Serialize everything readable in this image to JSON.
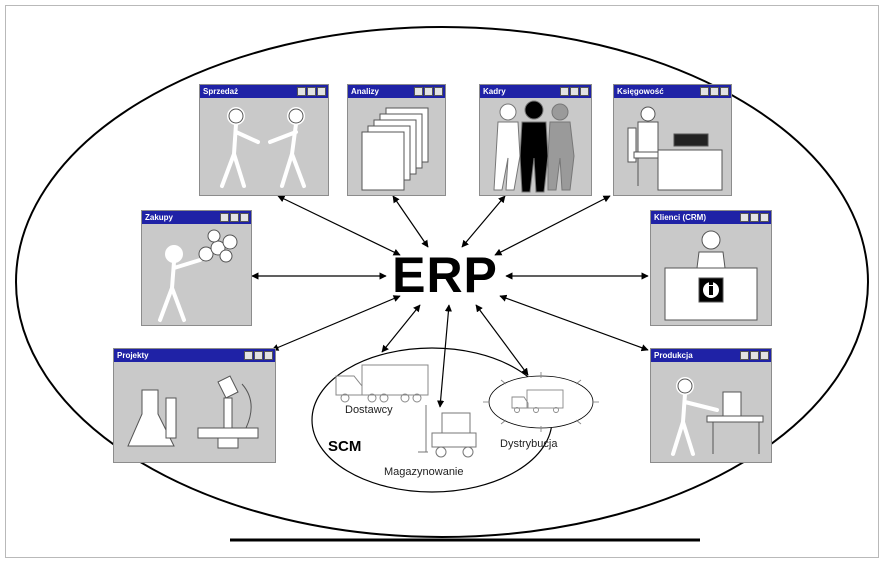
{
  "center_label": "ERP",
  "scm_label": "SCM",
  "modules": {
    "sprzedaz": "Sprzedaż",
    "analizy": "Analizy",
    "kadry": "Kadry",
    "ksiegowosc": "Księgowość",
    "zakupy": "Zakupy",
    "klienci": "Klienci (CRM)",
    "projekty": "Projekty",
    "produkcja": "Produkcja"
  },
  "scm_items": {
    "dostawcy": "Dostawcy",
    "magazynowanie": "Magazynowanie",
    "dystrybucja": "Dystrybucja"
  },
  "colors": {
    "title_bar": "#1f22a6",
    "window_bg": "#c9c9c9",
    "ring": "#000000"
  }
}
